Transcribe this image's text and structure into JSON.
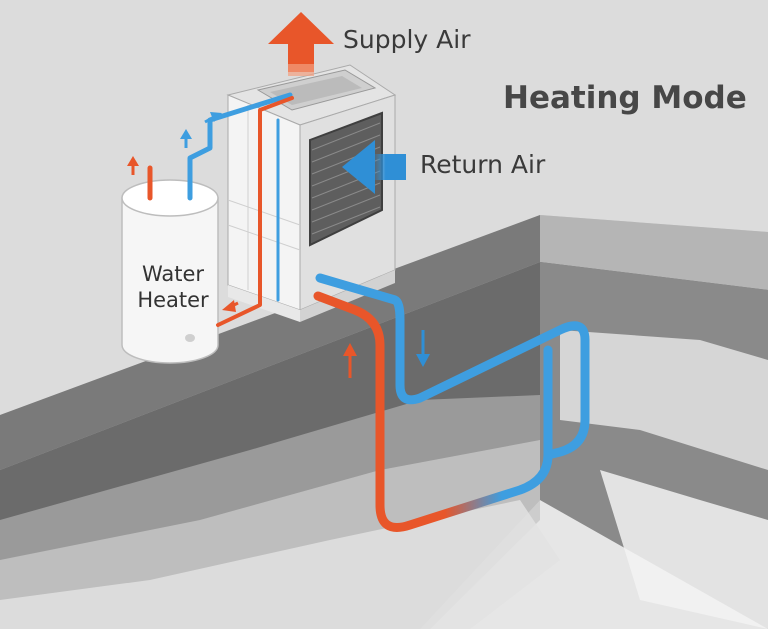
{
  "diagram": {
    "title": "Heating Mode",
    "labels": {
      "supply_air": "Supply Air",
      "return_air": "Return Air",
      "water_heater_line1": "Water",
      "water_heater_line2": "Heater"
    },
    "colors": {
      "hot_pipe": "#e8562a",
      "cold_pipe": "#3e9ee0",
      "supply_arrow": "#e8562a",
      "return_arrow": "#2f8fd6",
      "ground": "#6b6b6b",
      "unit_body": "#f2f2f2"
    },
    "icons": [
      "supply-air-arrow",
      "return-air-arrow",
      "flow-direction-arrow"
    ]
  }
}
